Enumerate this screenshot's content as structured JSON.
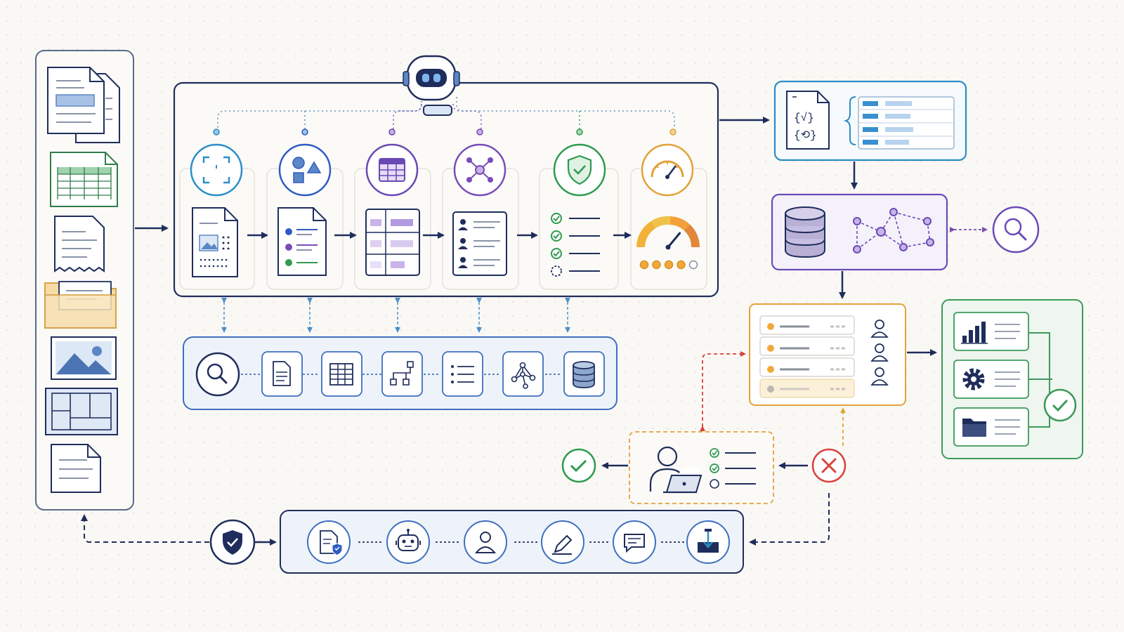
{
  "colors": {
    "navy": "#1f2d5c",
    "ocr_blue": "#2b8fc9",
    "layout_blue": "#2f5bc4",
    "table_purple": "#6a48b5",
    "entity_purple": "#7a4cb8",
    "validation_green": "#2f9a50",
    "confidence_orange": "#e2a23a",
    "exception_red": "#d9423a",
    "output_cyan": "#2a8dc4",
    "index_purple": "#6b4ab8",
    "review_orange": "#e2a23a",
    "export_green": "#3d9a5a",
    "tool_blue": "#3f6fbf",
    "light_blue_fill": "#eef3fa",
    "light_green_fill": "#eef6ef"
  },
  "sources": [
    "document-icon",
    "spreadsheet-icon",
    "receipt-icon",
    "folder-icon",
    "image-icon",
    "blueprint-icon",
    "page-icon"
  ],
  "agent": "robot-icon",
  "pipeline": [
    {
      "name": "ocr-step",
      "icon": "scan-icon",
      "doc": "scanned-document-icon"
    },
    {
      "name": "layout-step",
      "icon": "shapes-icon",
      "doc": "labeled-list-icon"
    },
    {
      "name": "table-step",
      "icon": "table-icon",
      "doc": "table-grid-icon"
    },
    {
      "name": "entity-step",
      "icon": "network-icon",
      "doc": "person-list-icon"
    },
    {
      "name": "validation-step",
      "icon": "shield-check-icon",
      "doc": "checklist-icon"
    },
    {
      "name": "confidence-step",
      "icon": "gauge-icon",
      "doc": "confidence-meter-icon"
    }
  ],
  "confidence_level": 0.72,
  "tools": [
    "search-icon",
    "document-icon",
    "table-icon",
    "flowchart-icon",
    "list-icon",
    "graph-icon",
    "database-icon"
  ],
  "structured_output": {
    "code_symbols": [
      "{√}",
      "{⟲}"
    ],
    "icons": [
      "code-file-icon",
      "structured-records-icon"
    ]
  },
  "index": [
    "database-icon",
    "knowledge-graph-icon",
    "search-icon"
  ],
  "review_queue": {
    "icons": [
      "queue-list-icon",
      "user-icon"
    ]
  },
  "export": [
    "bar-chart-icon",
    "gear-icon",
    "folder-icon",
    "check-icon"
  ],
  "human_review": [
    "approved-check-icon",
    "reviewer-icon",
    "rejected-x-icon"
  ],
  "feedback": [
    "shield-check-icon",
    "secure-document-icon",
    "robot-icon",
    "user-icon",
    "edit-icon",
    "comment-icon",
    "upload-icon"
  ]
}
